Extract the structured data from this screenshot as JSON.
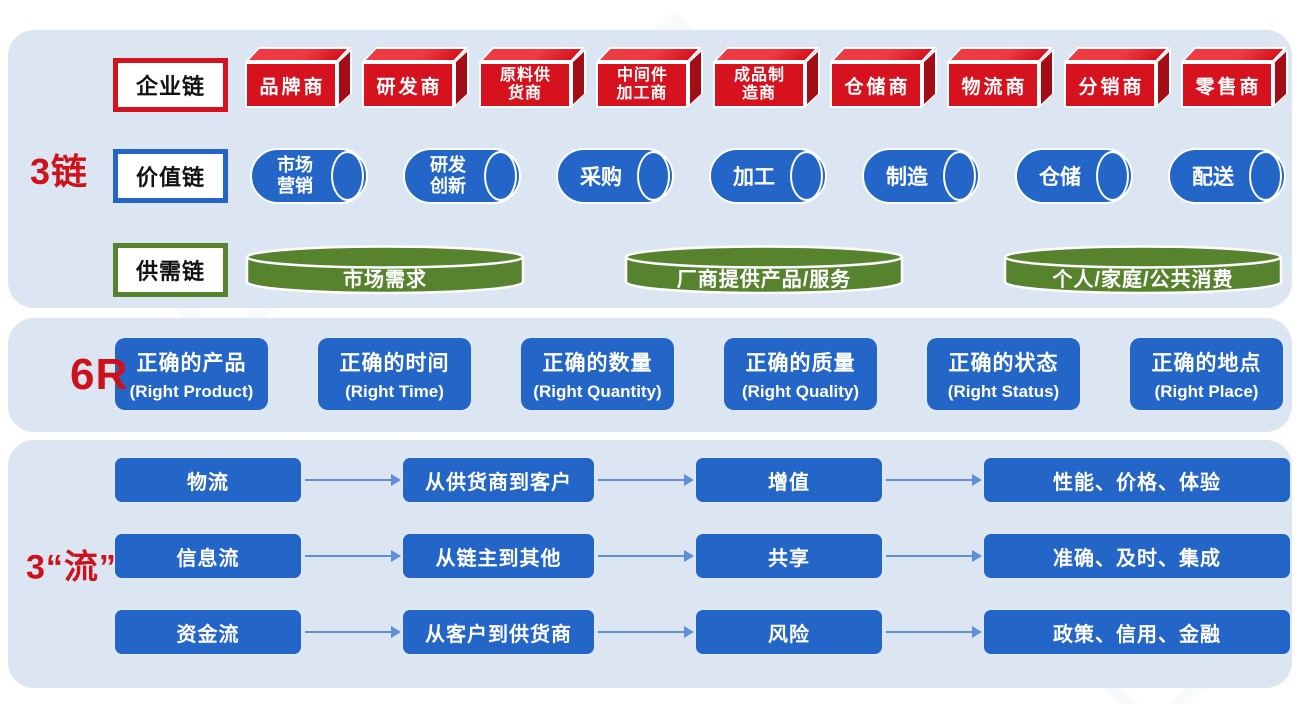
{
  "colors": {
    "panel_bg": "#dce6f3",
    "red": "#d5121d",
    "red_top": "#ee3b43",
    "red_side": "#a30d15",
    "blue": "#2465c8",
    "green": "#57832e",
    "accent_red_text": "#ce121b",
    "arrow": "#5e8fd8"
  },
  "chains": {
    "section_label": "3链",
    "enterprise": {
      "tag": "企业链",
      "items": [
        "品牌商",
        "研发商",
        "原料供\n货商",
        "中间件\n加工商",
        "成品制\n造商",
        "仓储商",
        "物流商",
        "分销商",
        "零售商"
      ]
    },
    "value": {
      "tag": "价值链",
      "items": [
        "市场\n营销",
        "研发\n创新",
        "采购",
        "加工",
        "制造",
        "仓储",
        "配送"
      ]
    },
    "supply_demand": {
      "tag": "供需链",
      "items": [
        "市场需求",
        "厂商提供产品/服务",
        "个人/家庭/公共消费"
      ]
    }
  },
  "six_r": {
    "section_label": "6R",
    "items": [
      {
        "cn": "正确的产品",
        "en": "(Right Product)"
      },
      {
        "cn": "正确的时间",
        "en": "(Right Time)"
      },
      {
        "cn": "正确的数量",
        "en": "(Right Quantity)"
      },
      {
        "cn": "正确的质量",
        "en": "(Right Quality)"
      },
      {
        "cn": "正确的状态",
        "en": "(Right Status)"
      },
      {
        "cn": "正确的地点",
        "en": "(Right Place)"
      }
    ]
  },
  "flows": {
    "section_label": "3“流”",
    "rows": [
      {
        "name": "物流",
        "direction": "从供货商到客户",
        "focus": "增值",
        "attributes": "性能、价格、体验"
      },
      {
        "name": "信息流",
        "direction": "从链主到其他",
        "focus": "共享",
        "attributes": "准确、及时、集成"
      },
      {
        "name": "资金流",
        "direction": "从客户到供货商",
        "focus": "风险",
        "attributes": "政策、信用、金融"
      }
    ]
  }
}
